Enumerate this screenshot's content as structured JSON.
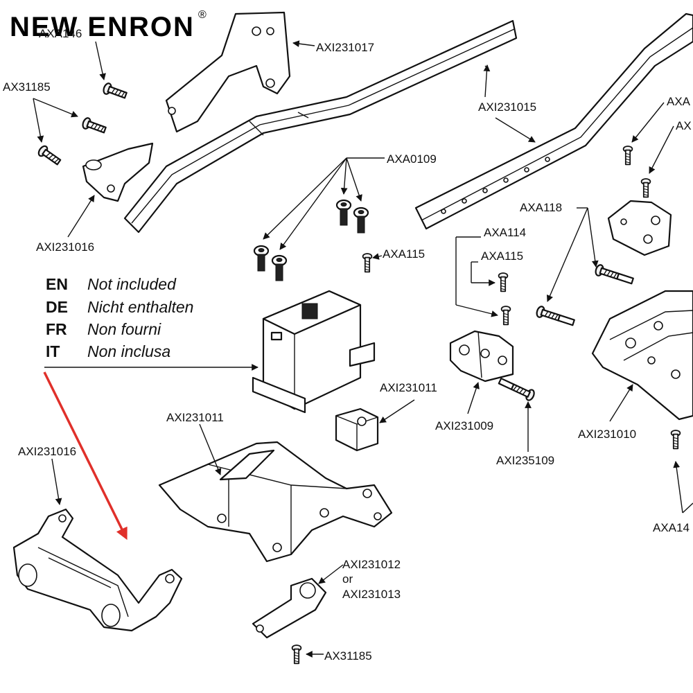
{
  "brand": {
    "name": "NEW ENRON",
    "registered_mark": "®"
  },
  "legend": [
    {
      "code": "EN",
      "text": "Not included"
    },
    {
      "code": "DE",
      "text": "Nicht enthalten"
    },
    {
      "code": "FR",
      "text": "Non fourni"
    },
    {
      "code": "IT",
      "text": "Non inclusa"
    }
  ],
  "callouts": {
    "top_left_partial": "AXA146",
    "frame_brace_rear": "AXI231017",
    "frame_rail": "AXI231015",
    "screw_set_left": "AX31185",
    "link_mount_small": "AXI231016",
    "servo_screws": "AXA0109",
    "screw_axa115_a": "AXA115",
    "screw_axa115_b": "AXA115",
    "screw_axa114": "AXA114",
    "screw_axa118": "AXA118",
    "right_partial_1": "AXA",
    "right_partial_2": "AX",
    "servo_mount_small": "AXI231011",
    "servo_mount_large": "AXI231011",
    "shock_mount": "AXI231009",
    "skid_plate": "AXI231010",
    "long_screw": "AXI235109",
    "bumper_mount": "AXI231016",
    "servo_horn_a": "AXI231012",
    "servo_horn_or": "or",
    "servo_horn_b": "AXI231013",
    "bottom_screw": "AX31185",
    "right_bottom_partial": "AXA14"
  },
  "colors": {
    "arrow_accent": "#e0302a",
    "ink": "#111111"
  },
  "icons": [
    "screw-icon",
    "servo-icon",
    "frame-rail-icon",
    "bumper-mount-icon",
    "servo-horn-icon",
    "skid-plate-icon"
  ]
}
